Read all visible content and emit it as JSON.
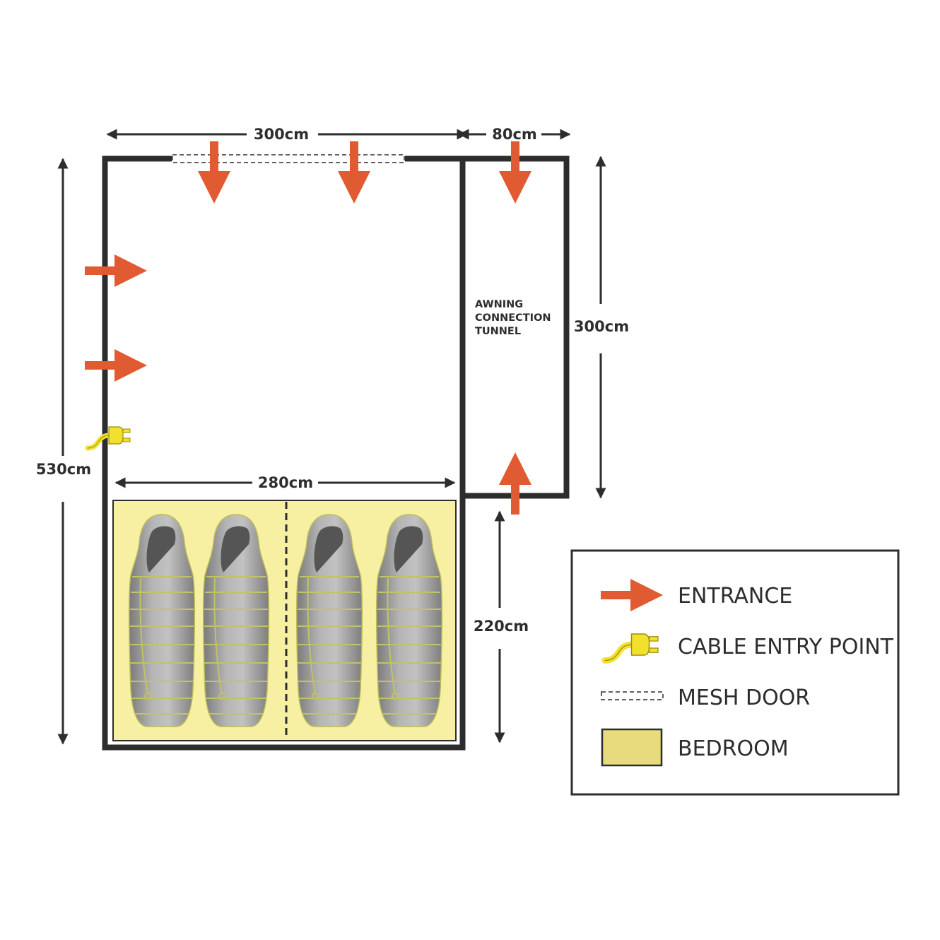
{
  "dimensions": {
    "main_width": "300cm",
    "tunnel_width": "80cm",
    "total_length": "530cm",
    "tunnel_length": "300cm",
    "bedroom_width": "280cm",
    "bedroom_depth": "220cm"
  },
  "tunnel_label": [
    "AWNING",
    "CONNECTION",
    "TUNNEL"
  ],
  "legend": {
    "entrance": "ENTRANCE",
    "cable": "CABLE ENTRY POINT",
    "mesh": "MESH DOOR",
    "bedroom": "BEDROOM"
  },
  "colors": {
    "wall": "#2d2d2d",
    "entrance": "#e05a32",
    "cable": "#f2e02e",
    "bedroom": "#f7f0a2",
    "legend_bedroom": "#e8db7d",
    "sleeping_bag": "#a3a3a3",
    "sleeping_bag_hood": "#555555"
  },
  "icons": {
    "entrance": "entrance-arrow-icon",
    "cable": "cable-plug-icon",
    "mesh": "mesh-door-icon",
    "sleeping_bag": "sleeping-bag-icon"
  }
}
